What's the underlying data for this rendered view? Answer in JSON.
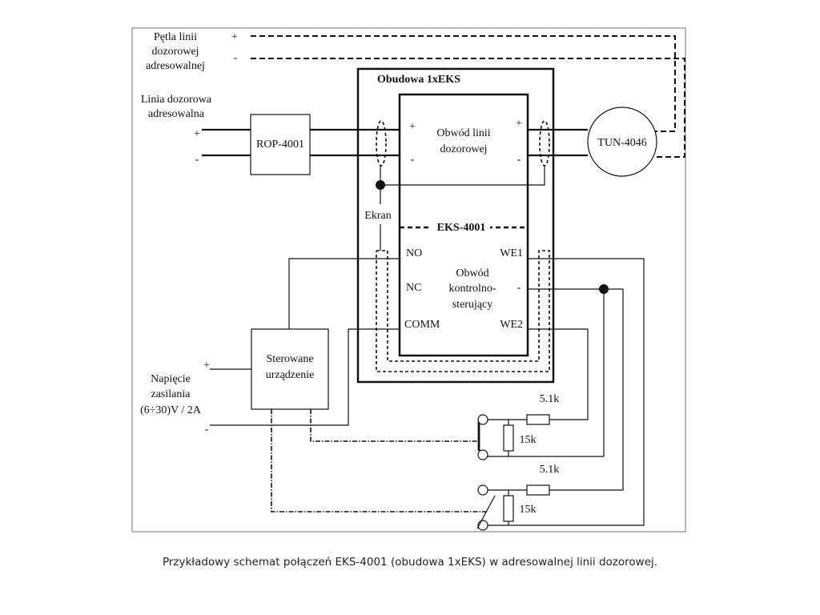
{
  "caption": "Przykładowy schemat połączeń EKS-4001 (obudowa 1xEKS) w adresowalnej linii dozorowej.",
  "labels": {
    "loop_line1": "Pętla linii",
    "loop_line2": "dozorowej",
    "loop_line3": "adresowalnej",
    "loop_plus": "+",
    "loop_minus": "-",
    "line_title1": "Linia dozorowa",
    "line_title2": "adresowalna",
    "line_plus": "+",
    "line_minus": "-",
    "rop": "ROP-4001",
    "enclosure": "Obudowa 1xEKS",
    "line_circuit1": "Obwód linii",
    "line_circuit2": "dozorowej",
    "lc_plus_left": "+",
    "lc_minus_left": "-",
    "lc_plus_right": "+",
    "lc_minus_right": "-",
    "tun": "TUN-4046",
    "shield": "Ekran",
    "eks": "EKS-4001",
    "no": "NO",
    "nc": "NC",
    "comm": "COMM",
    "we1": "WE1",
    "we_minus": "-",
    "we2": "WE2",
    "ctrl1": "Obwód",
    "ctrl2": "kontrolno-",
    "ctrl3": "sterujący",
    "device1": "Sterowane",
    "device2": "urządzenie",
    "supply1": "Napięcie",
    "supply2": "zasilania",
    "supply3": "(6÷30)V / 2A",
    "supply_plus": "+",
    "supply_minus": "-",
    "r1_series": "5.1k",
    "r1_parallel": "15k",
    "r2_series": "5.1k",
    "r2_parallel": "15k"
  }
}
